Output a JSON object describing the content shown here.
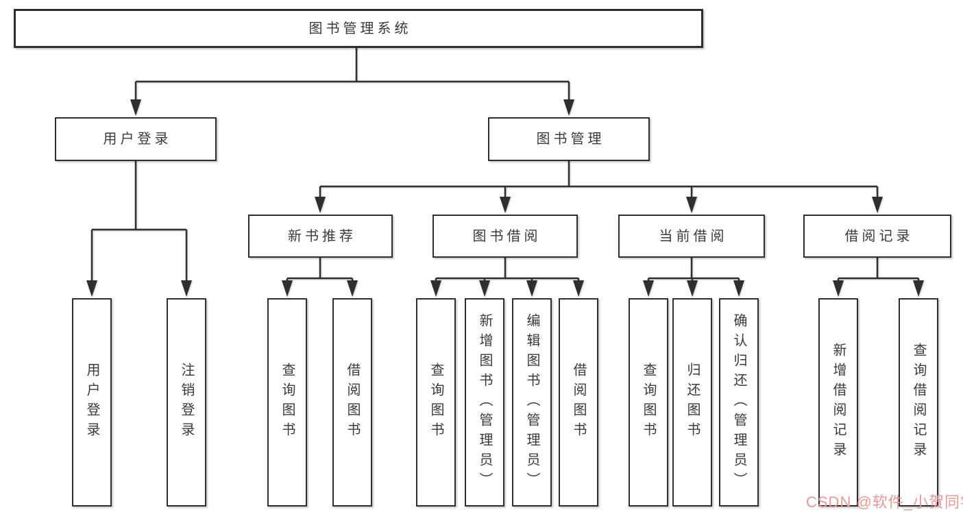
{
  "diagram_type": "hierarchy-flowchart",
  "colors": {
    "background": "#ffffff",
    "box_border": "#2e2e2e",
    "connector": "#2f2f2f",
    "text": "#3a3a3a",
    "watermark": "#f09595"
  },
  "tree": {
    "label": "图书管理系统",
    "children": [
      {
        "label": "用户登录",
        "children": [
          {
            "label": "用户登录"
          },
          {
            "label": "注销登录"
          }
        ]
      },
      {
        "label": "图书管理",
        "children": [
          {
            "label": "新书推荐",
            "children": [
              {
                "label": "查询图书"
              },
              {
                "label": "借阅图书"
              }
            ]
          },
          {
            "label": "图书借阅",
            "children": [
              {
                "label": "查询图书"
              },
              {
                "label": "新增图书（管理员）"
              },
              {
                "label": "编辑图书（管理员）"
              },
              {
                "label": "借阅图书"
              }
            ]
          },
          {
            "label": "当前借阅",
            "children": [
              {
                "label": "查询图书"
              },
              {
                "label": "归还图书"
              },
              {
                "label": "确认归还（管理员）"
              }
            ]
          },
          {
            "label": "借阅记录",
            "children": [
              {
                "label": "新增借阅记录"
              },
              {
                "label": "查询借阅记录"
              }
            ]
          }
        ]
      }
    ]
  },
  "watermark": {
    "text": "CSDN @软件_小贺同学"
  }
}
